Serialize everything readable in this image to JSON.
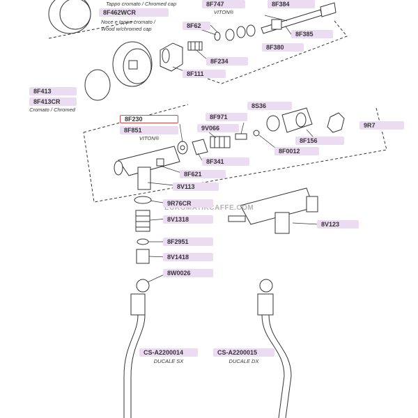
{
  "parts": [
    {
      "code": "8F462WCR"
    },
    {
      "code": "8F747"
    },
    {
      "code": "8F384"
    },
    {
      "code": "8F62"
    },
    {
      "code": "8F385"
    },
    {
      "code": "8F380"
    },
    {
      "code": "8F234"
    },
    {
      "code": "8F111"
    },
    {
      "code": "8F413"
    },
    {
      "code": "8F413CR"
    },
    {
      "code": "8S36"
    },
    {
      "code": "8F230"
    },
    {
      "code": "8F971"
    },
    {
      "code": "8F851"
    },
    {
      "code": "9V066"
    },
    {
      "code": "9R7"
    },
    {
      "code": "8F156"
    },
    {
      "code": "8F0012"
    },
    {
      "code": "8F341"
    },
    {
      "code": "8F621"
    },
    {
      "code": "8V113"
    },
    {
      "code": "9R76CR"
    },
    {
      "code": "8V1318"
    },
    {
      "code": "8V123"
    },
    {
      "code": "8F2951"
    },
    {
      "code": "8V1418"
    },
    {
      "code": "8W0026"
    },
    {
      "code": "CS-A2200014"
    },
    {
      "code": "CS-A2200015"
    }
  ],
  "notes": {
    "tappo_cromato": "Tappo cromato / Chromed cap",
    "noce_tappo": "Noce e tappo cromato /",
    "wood_cap": "Wood w/chromed cap",
    "viton_8f747": "VITON®",
    "cromato_chromed": "Cromato / Chromed",
    "viton_8f851": "VITON®",
    "ducale_sx": "DUCALE SX",
    "ducale_dx": "DUCALE DX"
  },
  "watermark": "EUROMATIKCAFFE.COM",
  "colors": {
    "label_bg": "#ecdcf2",
    "selected_border": "#dd4444",
    "line": "#333333"
  }
}
